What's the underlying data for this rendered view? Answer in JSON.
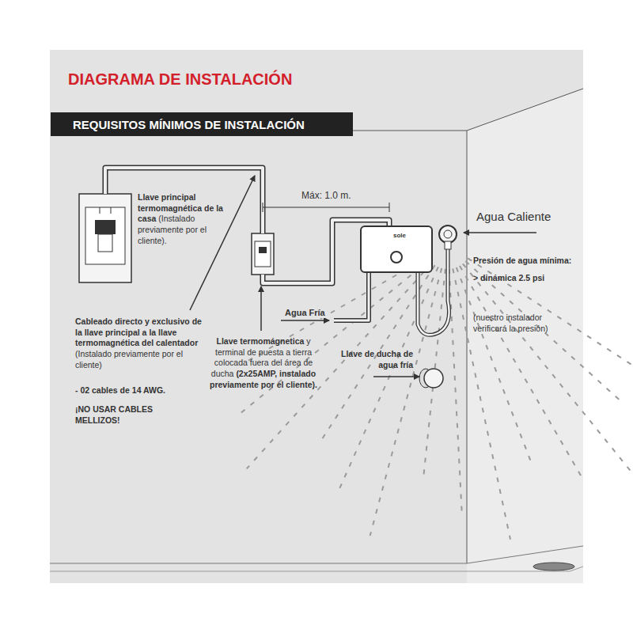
{
  "diagram": {
    "title": "DIAGRAMA DE INSTALACIÓN",
    "nodes": [
      {
        "text": [
          "REQUISITOS MÍNIMOS DE INSTALACIÓN"
        ]
      },
      {
        "text": [
          "sole"
        ]
      }
    ],
    "labels": [
      "Máx: 1.0 m.",
      "Agua Caliente",
      "Llave principal termomagnética de la casa",
      "(Instalado previamente por el cliente).",
      "Presión de agua mínima:",
      "> dinámica 2.5 psi",
      "(nuestro instalador verificará la presión)",
      "Agua Fría",
      "Cableado directo y exclusivo de la llave principal a la llave termomagnética del calentador",
      "(Instalado previamente por el cliente)",
      "- 02 cables de 14 AWG.",
      "¡NO USAR CABLES MELLIZOS!",
      "Llave de ducha de agua fría",
      "Llave termomágnetica",
      "y terminal de puesta a tierra colocada fuera del área de ducha",
      "(2x25AMP, instalado previamente por el cliente)."
    ]
  }
}
